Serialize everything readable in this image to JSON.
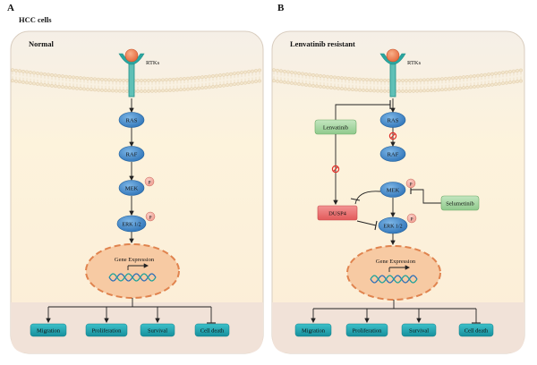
{
  "panels": {
    "a": {
      "letter": "A",
      "group_label": "HCC cells",
      "condition": "Normal",
      "receptor": "RTKs",
      "nodes": {
        "ras": "RAS",
        "raf": "RAF",
        "mek": "MEK",
        "erk": "ERK 1/2"
      },
      "phospho": "P",
      "nucleus_label": "Gene Expression",
      "outcomes": [
        "Migration",
        "Proliferation",
        "Survival",
        "Cell death"
      ]
    },
    "b": {
      "letter": "B",
      "condition": "Lenvatinib resistant",
      "receptor": "RTKs",
      "nodes": {
        "ras": "RAS",
        "raf": "RAF",
        "mek": "MEK",
        "erk": "ERK 1/2"
      },
      "drugs": {
        "lenvatinib": "Lenvatinib",
        "selumetinib": "Selumetinib"
      },
      "phosphatase": "DUSP4",
      "phospho": "P",
      "nucleus_label": "Gene Expression",
      "outcomes": [
        "Migration",
        "Proliferation",
        "Survival",
        "Cell death"
      ]
    }
  },
  "colors": {
    "cell_fill": "#fbf1df",
    "outcome_band": "#f1e2d8",
    "node_blue": "#3f86c7",
    "outcome_teal": "#22a8b4",
    "drug_green": "#a7d7a5",
    "dusp4_red": "#ec6f6f",
    "nucleus_fill": "#f7caa3",
    "nucleus_border": "#e0834e",
    "inhibit_red": "#e0312b",
    "receptor_teal": "#2aa6a0",
    "ligand_orange": "#ef8a5a"
  }
}
